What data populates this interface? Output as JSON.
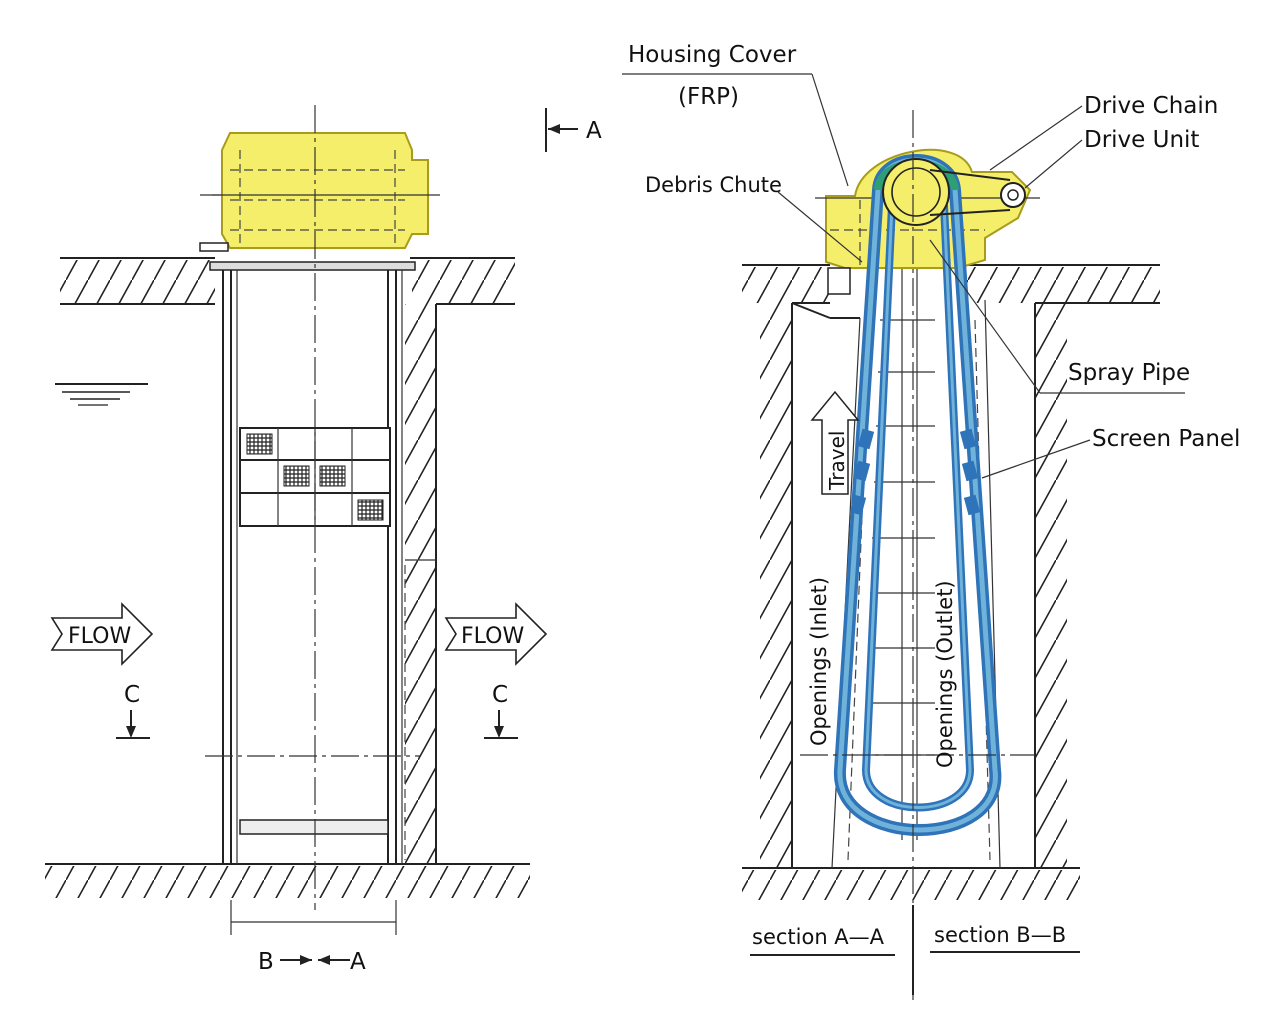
{
  "colors": {
    "housing": "#f5ee6a",
    "housing_stroke": "#b8aa20",
    "chain_outer": "#2f73b8",
    "chain_inner": "#6fb3da",
    "chain_top": "#2e9e75",
    "line": "#222222"
  },
  "left_view": {
    "section_marker_top": "A",
    "flow_left": "FLOW",
    "flow_right": "FLOW",
    "section_c_left": "C",
    "section_c_right": "C",
    "bottom_b": "B",
    "bottom_a": "A"
  },
  "right_view": {
    "housing_cover": "Housing Cover",
    "housing_cover_material": "(FRP)",
    "drive_chain": "Drive Chain",
    "drive_unit": "Drive Unit",
    "debris_chute": "Debris Chute",
    "spray_pipe": "Spray Pipe",
    "screen_panel": "Screen Panel",
    "travel": "Travel",
    "openings_inlet": "Openings (Inlet)",
    "openings_outlet": "Openings (Outlet)",
    "section_aa": "section A—A",
    "section_bb": "section B—B"
  }
}
